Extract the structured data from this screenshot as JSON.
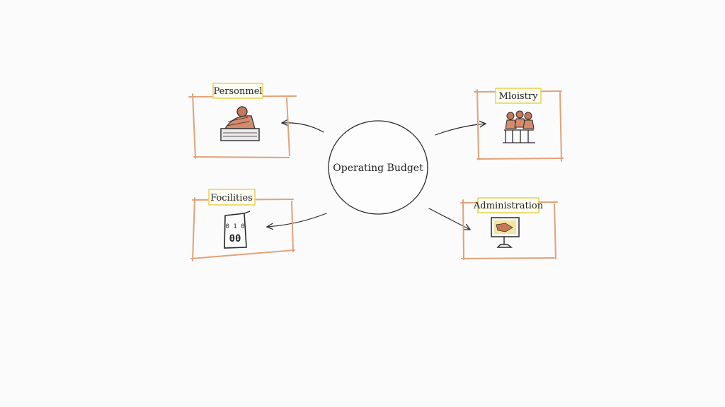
{
  "diagram": {
    "center": {
      "label": "Operating Budget"
    },
    "nodes": [
      {
        "id": "personnel",
        "label": "Personmel",
        "icon": "person-at-desk-icon"
      },
      {
        "id": "ministry",
        "label": "Mloistry",
        "icon": "group-of-people-icon"
      },
      {
        "id": "facilities",
        "label": "Focilities",
        "icon": "building-icon"
      },
      {
        "id": "administration",
        "label": "Administration",
        "icon": "computer-monitor-icon"
      }
    ],
    "edges": [
      {
        "from": "center",
        "to": "personnel"
      },
      {
        "from": "center",
        "to": "ministry"
      },
      {
        "from": "center",
        "to": "facilities"
      },
      {
        "from": "center",
        "to": "administration"
      }
    ],
    "colors": {
      "box_stroke": "#e0a27a",
      "label_tag_fill": "#fdfdf2",
      "label_tag_stroke": "#ecd35a",
      "ink": "#2a2a2a",
      "accent_brown": "#c8775a"
    }
  }
}
